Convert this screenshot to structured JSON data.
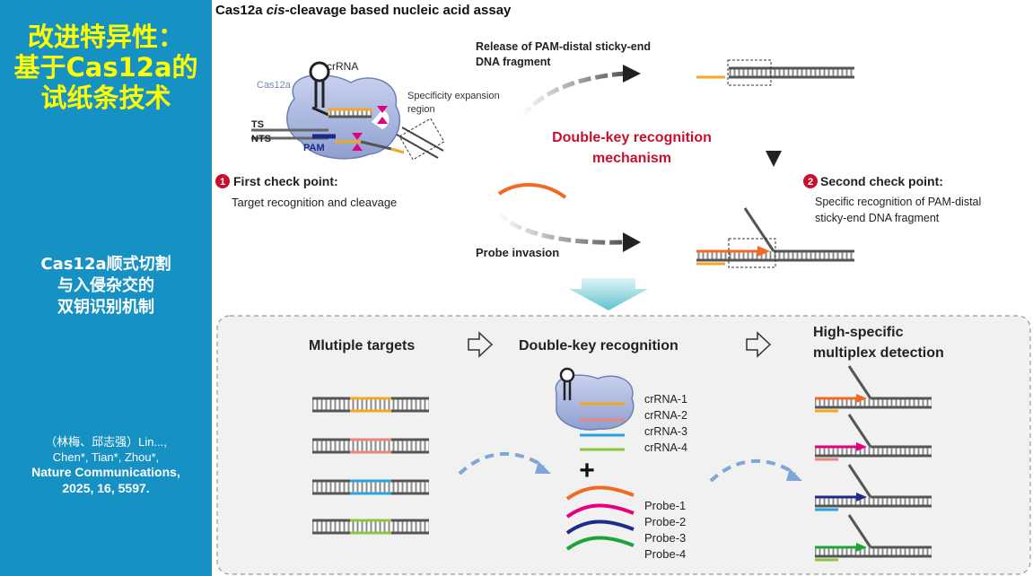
{
  "sidebar": {
    "title_lines": [
      "改进特异性：",
      "基于Cas12a的",
      "试纸条技术"
    ],
    "mechanism_lines": [
      "Cas12a顺式切割",
      "与入侵杂交的",
      "双钥识别机制"
    ],
    "citation_lines": [
      "（林梅、邱志强）Lin...,",
      "Chen*, Tian*, Zhou*,"
    ],
    "citation_bold_lines": [
      "Nature Communications,",
      "2025, 16, 5597."
    ]
  },
  "diagram": {
    "title_prefix": "Cas12a ",
    "title_italic": "cis",
    "title_suffix": "-cleavage based nucleic acid assay",
    "crrna_label": "crRNA",
    "cas12a_label": "Cas12a",
    "ts_label": "TS",
    "nts_label": "NTS",
    "pam_label": "PAM",
    "spec_region_lines": [
      "Specificity expansion",
      "region"
    ],
    "release_lines": [
      "Release of PAM-distal sticky-end",
      "DNA  fragment"
    ],
    "double_key_lines": [
      "Double-key recognition",
      "mechanism"
    ],
    "check1_num": "1",
    "check1_title": "First check point:",
    "check1_desc": "Target  recognition and cleavage",
    "check2_num": "2",
    "check2_title": "Second check point:",
    "check2_desc_lines": [
      "Specific recognition of PAM-distal",
      "sticky-end DNA fragment"
    ],
    "probe_invasion": "Probe invasion",
    "multi_targets": "Mlutiple targets",
    "double_key_recog": "Double-key recognition",
    "high_specific_lines": [
      "High-specific",
      "multiplex detection"
    ],
    "crrnas": [
      "crRNA-1",
      "crRNA-2",
      "crRNA-3",
      "crRNA-4"
    ],
    "probes": [
      "Probe-1",
      "Probe-2",
      "Probe-3",
      "Probe-4"
    ],
    "plus": "+"
  },
  "colors": {
    "sidebar_bg": "#1591c3",
    "title_yellow": "#ffff00",
    "red_heading": "#c8102e",
    "orange": "#f26a21",
    "pink": "#e6007e",
    "navy": "#1f2a8a",
    "green": "#1aa53a",
    "target_orange": "#f5a623",
    "target_salmon": "#e8877a",
    "target_blue": "#2aa3e0",
    "target_green": "#8cc63f"
  }
}
